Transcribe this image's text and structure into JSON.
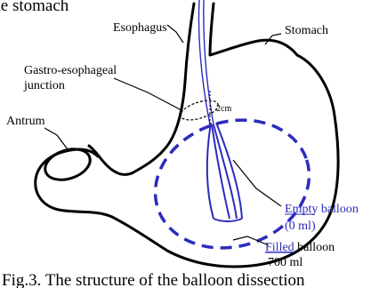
{
  "caption_top": "the stomach",
  "caption_bottom": "Fig.3. The structure of the balloon dissection",
  "labels": {
    "esophagus": "Esophagus",
    "stomach": "Stomach",
    "gej_line1": "Gastro-esophageal",
    "gej_line2": "junction",
    "antrum": "Antrum",
    "distance": "2cm",
    "empty_balloon_line1": "Empty balloon",
    "empty_balloon_line2": "(0 ml)",
    "filled_balloon_word1": "Filled",
    "filled_balloon_word2": " balloon",
    "filled_balloon_line2": "700 ml"
  },
  "colors": {
    "outline": "#000000",
    "balloon": "#2b2bbf",
    "label_text": "#000000",
    "balloon_text": "#2b2bbf"
  }
}
